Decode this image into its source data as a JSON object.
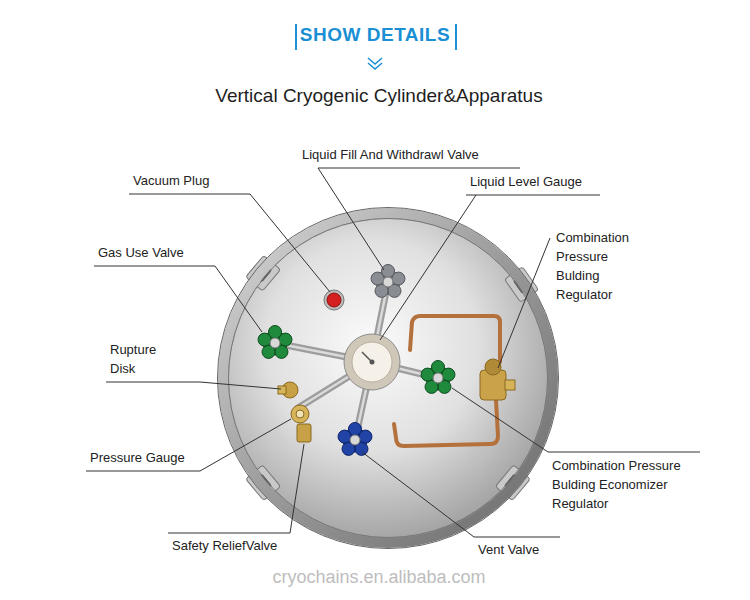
{
  "diagram": {
    "title": "SHOW DETAILS",
    "labels": [
      "Vertical Cryogenic Cylinder&Apparatus",
      "Liquid Fill And Withdrawl Valve",
      "Vacuum Plug",
      "Liquid Level Gauge",
      "Combination Pressure Bulding Regulator",
      "Gas Use Valve",
      "Rupture Disk",
      "Pressure Gauge",
      "Combination Pressure Bulding Economizer Regulator",
      "Safety ReliefValve",
      "Vent Valve",
      "cryochains.en.alibaba.com"
    ]
  }
}
